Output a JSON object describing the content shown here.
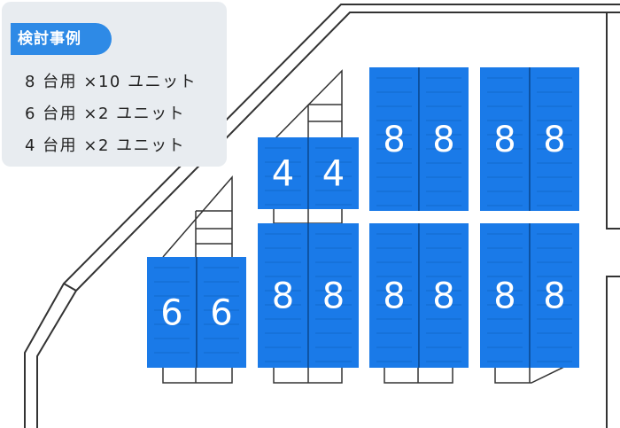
{
  "legend": {
    "title": "検討事例",
    "lines": [
      "8 台用 ×10 ユニット",
      "6 台用 ×2 ユニット",
      "4 台用 ×2 ユニット"
    ]
  },
  "units": [
    {
      "id": "a1",
      "label": "8"
    },
    {
      "id": "a2",
      "label": "8"
    },
    {
      "id": "a3",
      "label": "8"
    },
    {
      "id": "a4",
      "label": "8"
    },
    {
      "id": "b1",
      "label": "4"
    },
    {
      "id": "b2",
      "label": "4"
    },
    {
      "id": "c1",
      "label": "8"
    },
    {
      "id": "c2",
      "label": "8"
    },
    {
      "id": "c3",
      "label": "8"
    },
    {
      "id": "c4",
      "label": "8"
    },
    {
      "id": "c5",
      "label": "8"
    },
    {
      "id": "c6",
      "label": "8"
    },
    {
      "id": "d1",
      "label": "6"
    },
    {
      "id": "d2",
      "label": "6"
    }
  ],
  "colors": {
    "unit": "#1a7ae8",
    "outline": "#333333",
    "legend_bg": "#e8ecf0",
    "tag": "#2e8ae6"
  }
}
